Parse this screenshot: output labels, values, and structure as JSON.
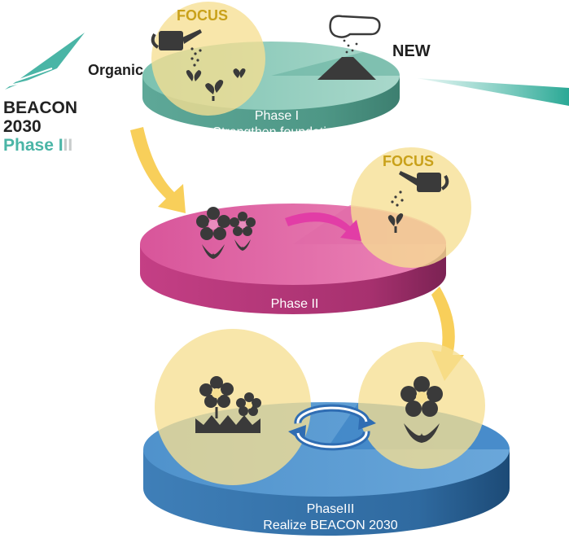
{
  "brand": {
    "name": "BEACON",
    "year": "2030",
    "phase": "Phase I",
    "phase_dim": "II"
  },
  "labels": {
    "organic": "Organic",
    "new": "NEW"
  },
  "phases": [
    {
      "title": "Phase I",
      "subtitle": "Strengthen foundation",
      "focus": "FOCUS"
    },
    {
      "title": "Phase II",
      "subtitle": "Invest for growth",
      "focus": "FOCUS"
    },
    {
      "title": "PhaseIII",
      "subtitle": "Realize BEACON 2030"
    }
  ],
  "colors": {
    "phase1": "#86c7b4",
    "phase2": "#dc5da0",
    "phase3": "#4a8fcb",
    "focus_circle": "#f6df92",
    "arrow": "#f8cf5a",
    "teal_brand": "#4ab5a6"
  }
}
